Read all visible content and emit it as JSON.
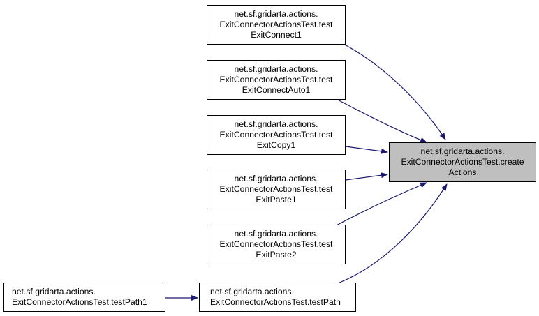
{
  "target": {
    "lines": [
      "net.sf.gridarta.actions.",
      "ExitConnectorActionsTest.create",
      "Actions"
    ]
  },
  "callers": [
    {
      "lines": [
        "net.sf.gridarta.actions.",
        "ExitConnectorActionsTest.test",
        "ExitConnect1"
      ]
    },
    {
      "lines": [
        "net.sf.gridarta.actions.",
        "ExitConnectorActionsTest.test",
        "ExitConnectAuto1"
      ]
    },
    {
      "lines": [
        "net.sf.gridarta.actions.",
        "ExitConnectorActionsTest.test",
        "ExitCopy1"
      ]
    },
    {
      "lines": [
        "net.sf.gridarta.actions.",
        "ExitConnectorActionsTest.test",
        "ExitPaste1"
      ]
    },
    {
      "lines": [
        "net.sf.gridarta.actions.",
        "ExitConnectorActionsTest.test",
        "ExitPaste2"
      ]
    },
    {
      "lines": [
        "net.sf.gridarta.actions.",
        "ExitConnectorActionsTest.testPath"
      ]
    }
  ],
  "outer_caller": {
    "lines": [
      "net.sf.gridarta.actions.",
      "ExitConnectorActionsTest.testPath1"
    ]
  },
  "colors": {
    "edge": "#191970",
    "target_fill": "#bfbfbf",
    "node_border": "#000000"
  }
}
